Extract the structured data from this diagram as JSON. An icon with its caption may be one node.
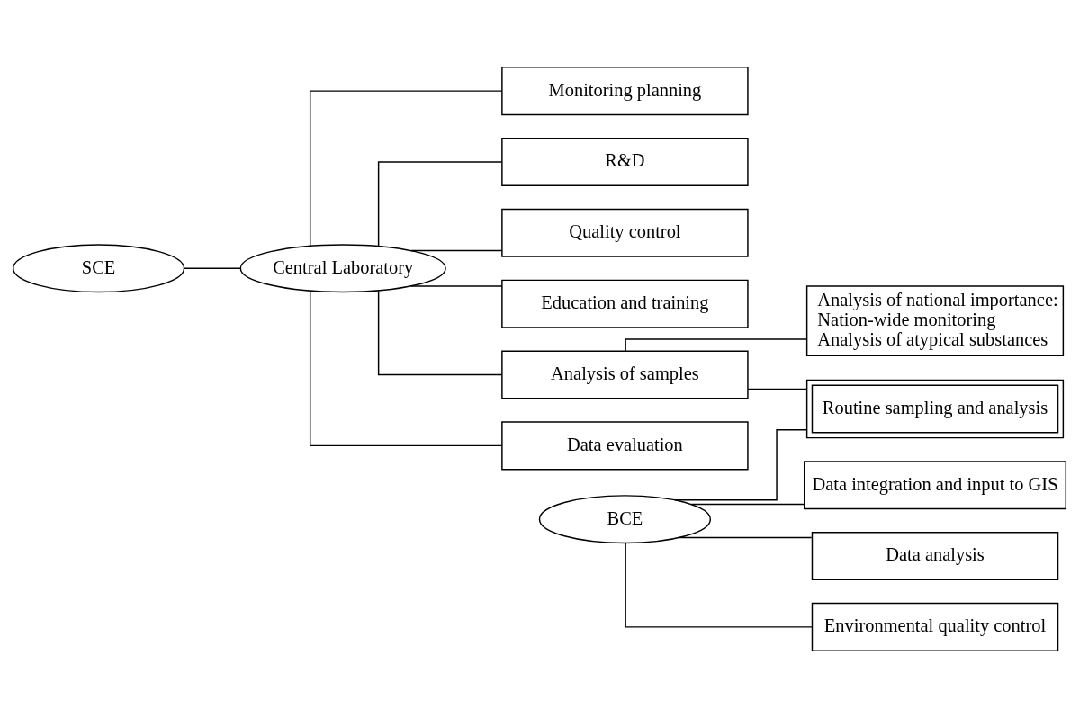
{
  "diagram": {
    "nodes": [
      {
        "text": [
          "SCE"
        ]
      },
      {
        "text": [
          "Central Laboratory"
        ]
      },
      {
        "text": [
          "Monitoring planning"
        ]
      },
      {
        "text": [
          "R&D"
        ]
      },
      {
        "text": [
          "Quality control"
        ]
      },
      {
        "text": [
          "Education and training"
        ]
      },
      {
        "text": [
          "Analysis of samples"
        ]
      },
      {
        "text": [
          "Data evaluation"
        ]
      },
      {
        "text": [
          "Analysis of national importance:",
          "Nation-wide monitoring",
          "Analysis of atypical substances"
        ]
      },
      {
        "text": [
          "BCE"
        ]
      },
      {
        "text": [
          "Routine sampling and analysis"
        ]
      },
      {
        "text": [
          "Data integration and input to GIS"
        ]
      },
      {
        "text": [
          "Data analysis"
        ]
      },
      {
        "text": [
          "Environmental quality control"
        ]
      }
    ],
    "edges": [
      {
        "from": 0,
        "to": 1,
        "arrow": "none"
      },
      {
        "from": 1,
        "to": 2,
        "arrow": "none"
      },
      {
        "from": 1,
        "to": 3,
        "arrow": "none"
      },
      {
        "from": 1,
        "to": 4,
        "arrow": "none"
      },
      {
        "from": 1,
        "to": 5,
        "arrow": "none"
      },
      {
        "from": 1,
        "to": 6,
        "arrow": "none"
      },
      {
        "from": 1,
        "to": 7,
        "arrow": "none"
      },
      {
        "from": 6,
        "to": 8,
        "arrow": "none"
      },
      {
        "from": 6,
        "to": 10,
        "arrow": "none"
      },
      {
        "from": 9,
        "to": 10,
        "arrow": "none"
      },
      {
        "from": 9,
        "to": 11,
        "arrow": "none"
      },
      {
        "from": 9,
        "to": 12,
        "arrow": "none"
      },
      {
        "from": 9,
        "to": 13,
        "arrow": "none"
      }
    ]
  }
}
